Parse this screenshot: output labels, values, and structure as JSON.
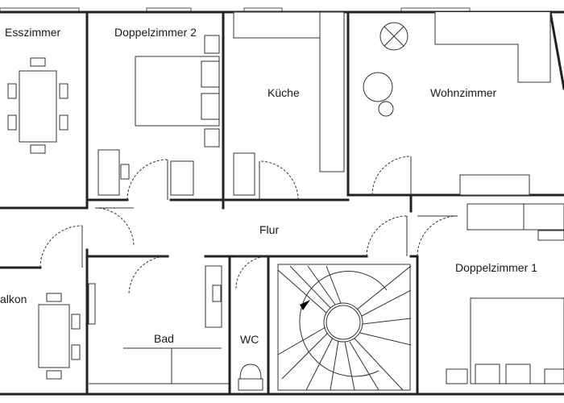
{
  "floorplan": {
    "rooms": {
      "esszimmer": "Esszimmer",
      "doppelzimmer2": "Doppelzimmer 2",
      "kueche": "Küche",
      "wohnzimmer": "Wohnzimmer",
      "flur": "Flur",
      "balkon": "alkon",
      "bad": "Bad",
      "wc": "WC",
      "doppelzimmer1": "Doppelzimmer 1"
    }
  }
}
